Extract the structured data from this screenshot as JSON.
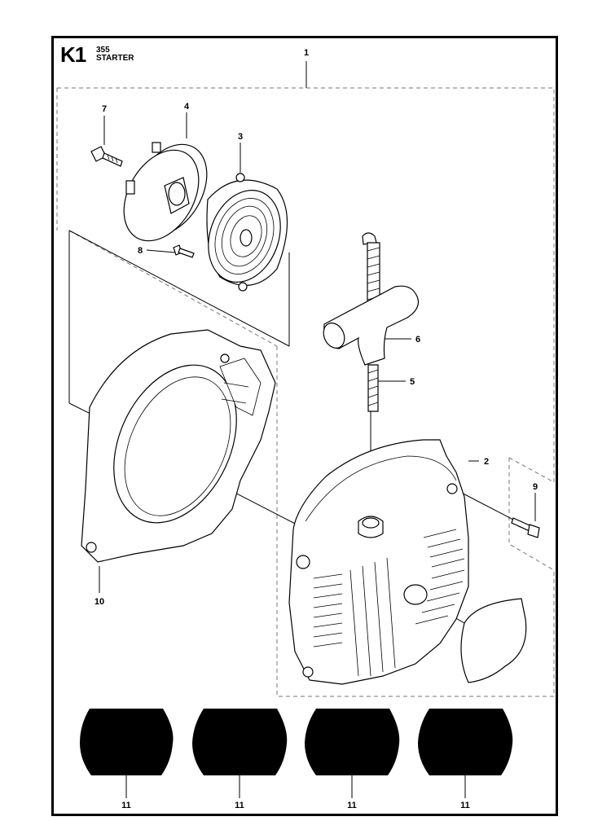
{
  "header": {
    "code": "K1",
    "model": "355",
    "title": "STARTER"
  },
  "callouts": {
    "c1": "1",
    "c2": "2",
    "c3": "3",
    "c4": "4",
    "c5": "5",
    "c6": "6",
    "c7": "7",
    "c8": "8",
    "c9": "9",
    "c10": "10",
    "c11a": "11",
    "c11b": "11",
    "c11c": "11",
    "c11d": "11"
  },
  "colors": {
    "line": "#000000",
    "dashed": "#777777",
    "background": "#ffffff"
  }
}
